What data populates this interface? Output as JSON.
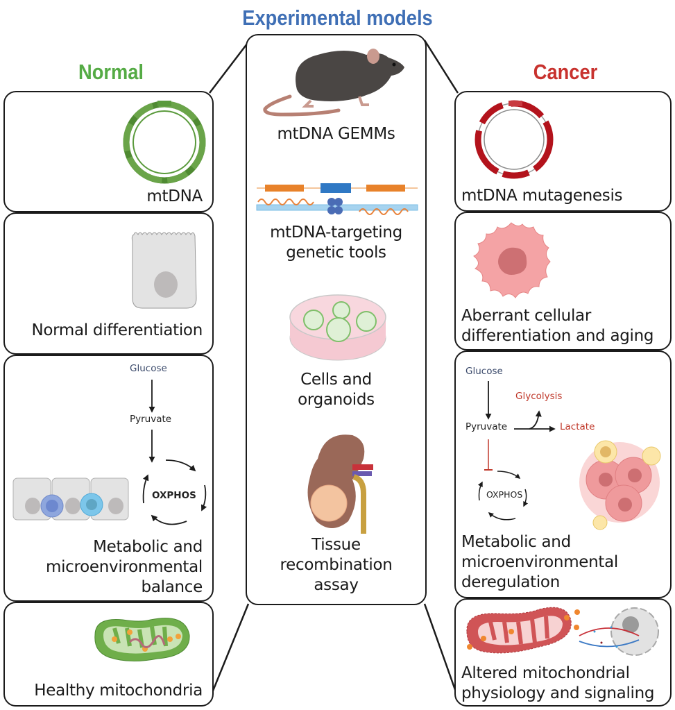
{
  "titles": {
    "experimental": "Experimental models",
    "normal": "Normal",
    "cancer": "Cancer"
  },
  "colors": {
    "experimental": "#3f6fb5",
    "normal": "#55ab45",
    "cancer": "#c8322e",
    "glycolysis_text": "#c0392b"
  },
  "normal": {
    "panels": [
      {
        "label": "mtDNA",
        "icon": "mtdna-circle-green"
      },
      {
        "label": "Normal differentiation",
        "icon": "epithelial-cell"
      },
      {
        "label_lines": [
          "Metabolic and",
          "microenvironmental",
          "balance"
        ],
        "icon": "epithelium-immune-cells",
        "pathway": {
          "glucose": "Glucose",
          "pyruvate": "Pyruvate",
          "oxphos": "OXPHOS"
        }
      },
      {
        "label": "Healthy mitochondria",
        "icon": "mitochondrion-green"
      }
    ]
  },
  "experimental": {
    "panels": [
      {
        "label": "mtDNA GEMMs",
        "icon": "mouse"
      },
      {
        "label_lines": [
          "mtDNA-targeting",
          "genetic tools"
        ],
        "icon": "gene-editing-construct"
      },
      {
        "label_lines": [
          "Cells and",
          "organoids"
        ],
        "icon": "petri-dish-organoids"
      },
      {
        "label_lines": [
          "Tissue",
          "recombination",
          "assay"
        ],
        "icon": "kidney-graft"
      }
    ]
  },
  "cancer": {
    "panels": [
      {
        "label": "mtDNA mutagenesis",
        "icon": "mtdna-circle-red"
      },
      {
        "label_lines": [
          "Aberrant cellular",
          "differentiation and aging"
        ],
        "icon": "cancer-cell"
      },
      {
        "label_lines": [
          "Metabolic and",
          "microenvironmental",
          "deregulation"
        ],
        "icon": "tumor-cluster",
        "pathway": {
          "glucose": "Glucose",
          "pyruvate": "Pyruvate",
          "glycolysis": "Glycolysis",
          "lactate": "Lactate",
          "oxphos": "OXPHOS"
        }
      },
      {
        "label_lines": [
          "Altered mitochondrial",
          "physiology and signaling"
        ],
        "icon": "mitochondrion-nucleus-signaling"
      }
    ]
  }
}
